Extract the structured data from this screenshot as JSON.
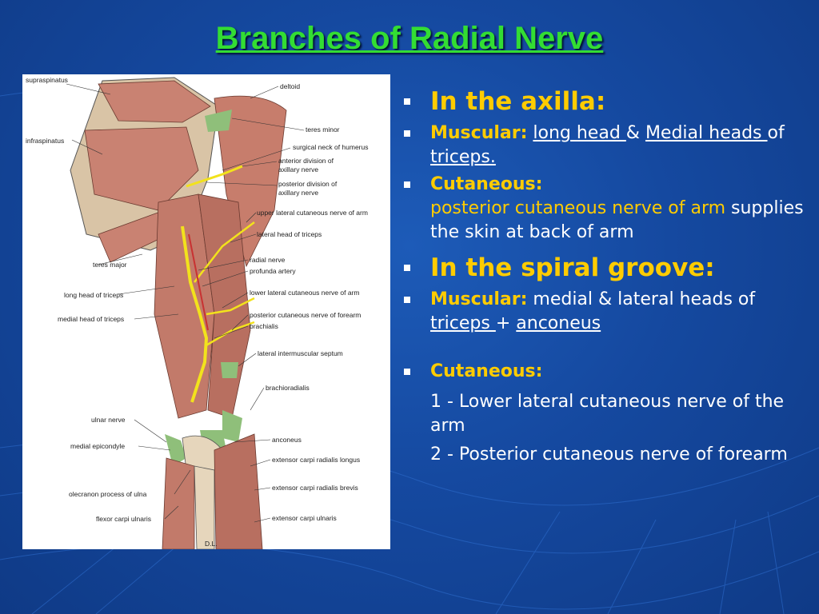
{
  "title": "Branches of Radial Nerve",
  "figure": {
    "labels_left": [
      "supraspinatus",
      "infraspinatus",
      "teres major",
      "long head of triceps",
      "medial head of triceps",
      "ulnar nerve",
      "medial epicondyle",
      "olecranon process of ulna",
      "flexor carpi ulnaris"
    ],
    "labels_right": [
      "deltoid",
      "teres minor",
      "surgical neck of humerus",
      "anterior division of",
      "axillary nerve",
      "posterior division of",
      "axillary nerve",
      "upper lateral cutaneous nerve of arm",
      "lateral head of triceps",
      "radial nerve",
      "profunda artery",
      "lower lateral cutaneous nerve of arm",
      "posterior cutaneous nerve of forearm",
      "brachialis",
      "lateral intermuscular septum",
      "brachioradialis",
      "anconeus",
      "extensor carpi radialis longus",
      "extensor carpi radialis brevis",
      "extensor carpi ulnaris"
    ],
    "signature": "D.L."
  },
  "bullets": {
    "b1": "In the axilla:",
    "b2_label": "Muscular:",
    "b2_t1": "long head ",
    "b2_t2": "& ",
    "b2_t3": "Medial heads ",
    "b2_t4": "of ",
    "b2_t5": "triceps.",
    "b3_label": "Cutaneous:",
    "b3_t1": "posterior cutaneous nerve of arm",
    "b3_t2": " supplies the skin at back of arm",
    "b4": "In the spiral groove:",
    "b5_label": "Muscular:",
    "b5_t1": " medial & lateral heads of ",
    "b5_t2": "triceps ",
    "b5_t3": "+ ",
    "b5_t4": "anconeus",
    "b6_label": "Cutaneous:",
    "sub1": "1 - Lower lateral cutaneous nerve of the arm",
    "sub2": "2 - Posterior cutaneous nerve of forearm"
  }
}
